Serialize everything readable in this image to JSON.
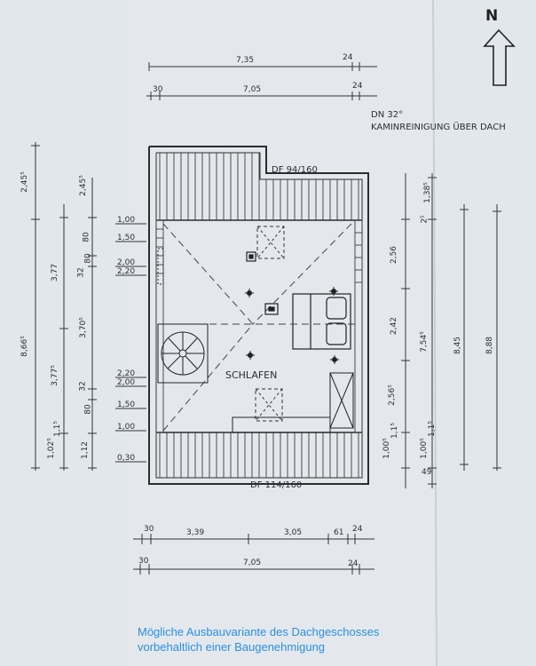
{
  "north_label": "N",
  "roof_note": "DN 32°",
  "chimney_note": "KAMINREINIGUNG ÜBER DACH",
  "room_name": "SCHLAFEN",
  "dormer_top": "DF 94/160",
  "dormer_bottom": "DF 114/160",
  "dims_top": {
    "overall_a": "7,35",
    "wall_a": "24",
    "left_b": "30",
    "overall_b": "7,05",
    "wall_b": "24"
  },
  "dims_bottom": {
    "left_a": "30",
    "seg1": "3,39",
    "seg2": "3,05",
    "seg3": "61",
    "right_a": "24",
    "left_b": "30",
    "overall_b": "7,05",
    "right_b": "24"
  },
  "dims_left_outer": [
    "2,45⁵",
    "8,66⁵"
  ],
  "dims_left_mid": [
    "3,77",
    "3,77⁵",
    "1,02⁵",
    "1,1⁵"
  ],
  "dims_left_inner": [
    "2,45⁵",
    "80",
    "32",
    "80",
    "3,70⁵",
    "32",
    "80",
    "1,12"
  ],
  "heights_left": [
    "1,00",
    "1,50",
    "2,00",
    "2,20",
    "2,20",
    "2,00",
    "1,50",
    "1,00",
    "0,30"
  ],
  "dims_right_inner": [
    "1,38⁵",
    "2⁵",
    "2,56",
    "2,42",
    "2,56⁵",
    "1,00⁵",
    "1,1⁵",
    "49"
  ],
  "dims_right_mid": [
    "7,54⁵",
    "1,00⁵",
    "1,1⁵"
  ],
  "dims_right_outer": [
    "8,45",
    "8,88"
  ],
  "caption_line1": "Mögliche Ausbauvariante des Dachgeschosses",
  "caption_line2": "vorbehaltlich einer Baugenehmigung"
}
